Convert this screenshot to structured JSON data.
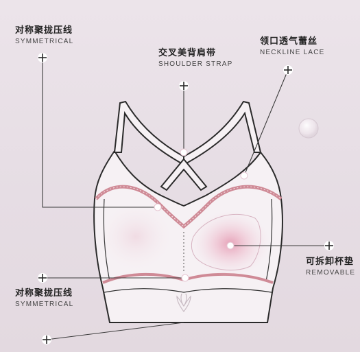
{
  "callouts": {
    "symmetric_top": {
      "zh": "对称聚拢压线",
      "en": "SYMMETRICAL"
    },
    "shoulder_strap": {
      "zh": "交叉美背肩带",
      "en": "SHOULDER STRAP"
    },
    "neckline_lace": {
      "zh": "领口透气蕾丝",
      "en": "NECKLINE LACE"
    },
    "removable": {
      "zh": "可拆卸杯垫",
      "en": "REMOVABLE"
    },
    "symmetric_bottom": {
      "zh": "对称聚拢压线",
      "en": "SYMMETRICAL"
    },
    "bottom_partial": {
      "zh": "",
      "en": ""
    }
  },
  "colors": {
    "background": "#e8e0e6",
    "garment_fill": "#f6f1f4",
    "garment_outline": "#2a2a2a",
    "accent_trim": "#cf8a96",
    "pad_highlight": "#f0c9d6",
    "callout_line": "#3a3a3a"
  },
  "icons": [
    "plus-marker-icon",
    "dot-marker-icon",
    "bubble-decoration-icon",
    "lace-logo-icon"
  ]
}
